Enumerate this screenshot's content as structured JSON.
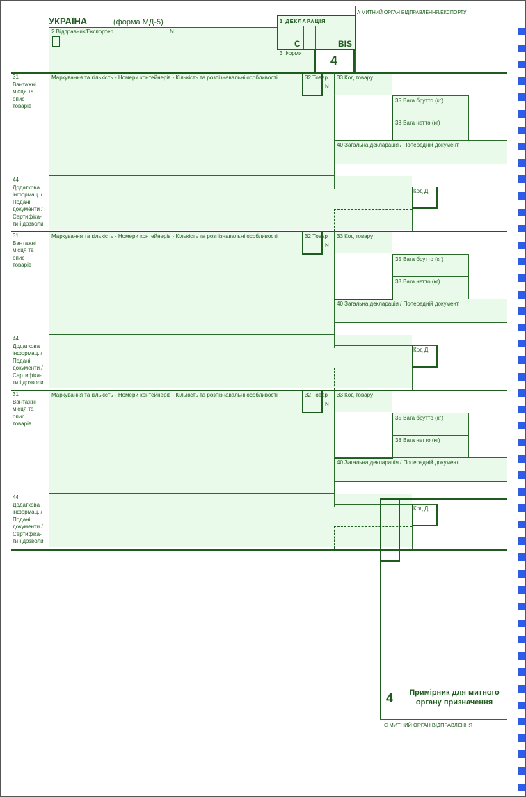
{
  "header": {
    "country": "УКРАЇНА",
    "form_name": "(форма МД-5)",
    "box_a_label": "А МИТНИЙ ОРГАН ВІДПРАВЛЕННЯ/ЕКСПОРТУ",
    "box2_label": "2 Відправник/Експортер",
    "box2_n": "N",
    "box1_label": "1 ДЕКЛАРАЦІЯ",
    "box1_c": "C",
    "box1_bis": "BIS",
    "box3_label": "3 Форми",
    "copy_number": "4"
  },
  "item_block": {
    "box31_label": "31 Вантажні місця та опис товарів",
    "marking_label": "Маркування та кількість - Номери контейнерів - Кількість та розпізнавальні особливості",
    "box32_label": "32 Товар",
    "box32_n": "N",
    "box33_label": "33 Код товару",
    "box35_label": "35 Вага брутто (кг)",
    "box38_label": "38 Вага нетто (кг)",
    "box40_label": "40 Загальна декларація / Попередній документ",
    "box44_label": "44 Додаткова інформац. / Подані документи / Сертифіка-ти і дозволи",
    "code_d_label": "Код Д."
  },
  "footer": {
    "copy_number": "4",
    "copy_title": "Примірник для митного органу призначення",
    "box_c_label": "С МИТНИЙ ОРГАН ВІДПРАВЛЕННЯ"
  }
}
